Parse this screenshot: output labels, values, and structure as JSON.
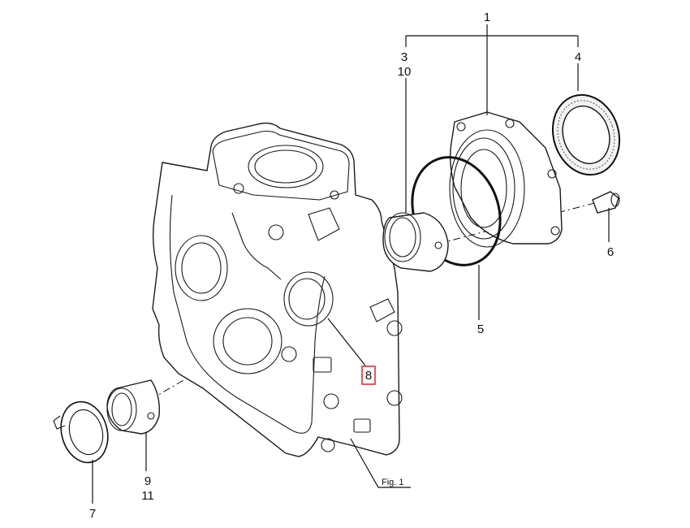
{
  "callouts": {
    "c1": "1",
    "c3": "3",
    "c10": "10",
    "c4": "4",
    "c6": "6",
    "c5": "5",
    "c8": "8",
    "c9": "9",
    "c11": "11",
    "c7": "7"
  },
  "figure_ref": "Fig. 1",
  "colors": {
    "highlight": "#d0343a",
    "line": "#1a1a1a"
  }
}
